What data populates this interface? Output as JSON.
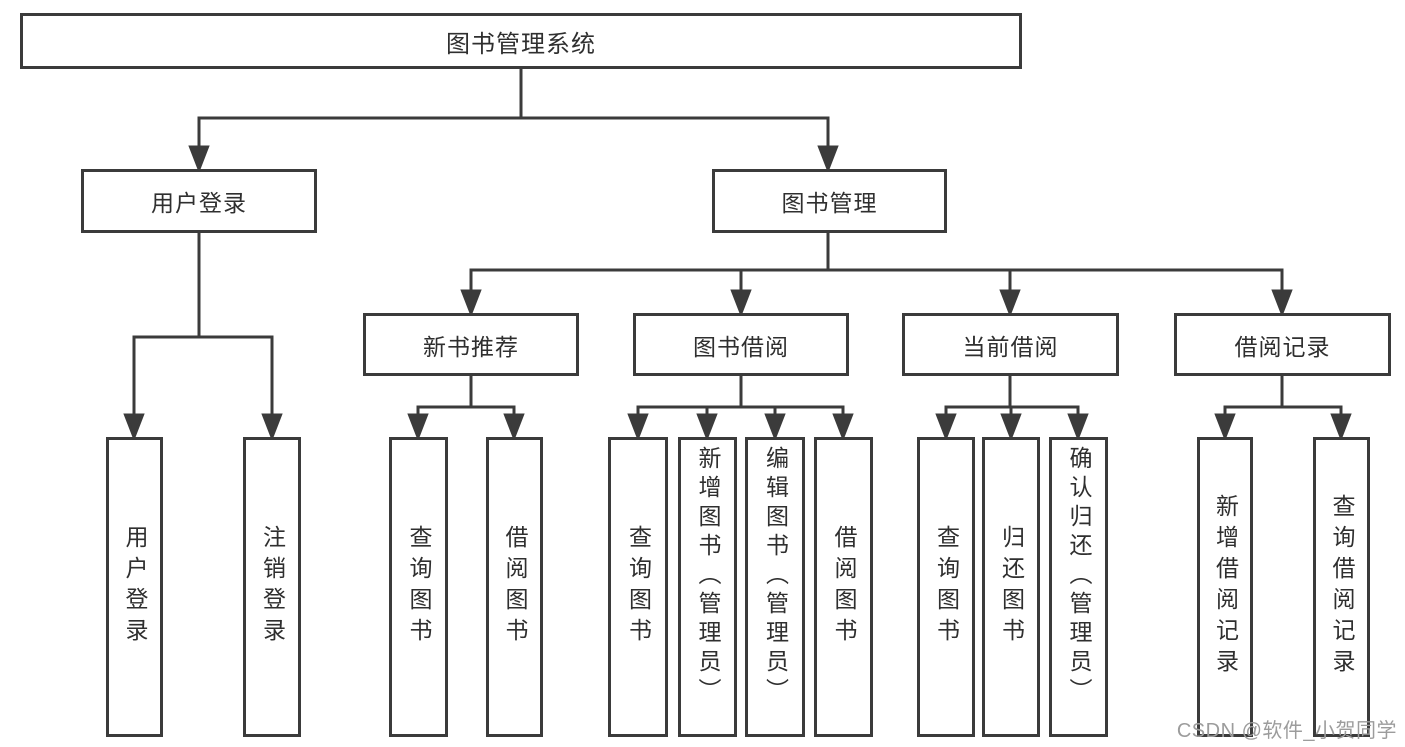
{
  "diagram": {
    "background_color": "#ffffff",
    "line_color": "#3b3b3b",
    "text_color": "#2f2f2f",
    "watermark": {
      "text": "CSDN @软件_小贺同学",
      "color": "#9c9c9c"
    },
    "tree": {
      "label": "图书管理系统",
      "children": [
        {
          "label": "用户登录",
          "children": [
            {
              "label": "用户登录"
            },
            {
              "label": "注销登录"
            }
          ]
        },
        {
          "label": "图书管理",
          "children": [
            {
              "label": "新书推荐",
              "children": [
                {
                  "label": "查询图书"
                },
                {
                  "label": "借阅图书"
                }
              ]
            },
            {
              "label": "图书借阅",
              "children": [
                {
                  "label": "查询图书"
                },
                {
                  "label": "新增图书（管理员）"
                },
                {
                  "label": "编辑图书（管理员）"
                },
                {
                  "label": "借阅图书"
                }
              ]
            },
            {
              "label": "当前借阅",
              "children": [
                {
                  "label": "查询图书"
                },
                {
                  "label": "归还图书"
                },
                {
                  "label": "确认归还（管理员）"
                }
              ]
            },
            {
              "label": "借阅记录",
              "children": [
                {
                  "label": "新增借阅记录"
                },
                {
                  "label": "查询借阅记录"
                }
              ]
            }
          ]
        }
      ]
    }
  }
}
